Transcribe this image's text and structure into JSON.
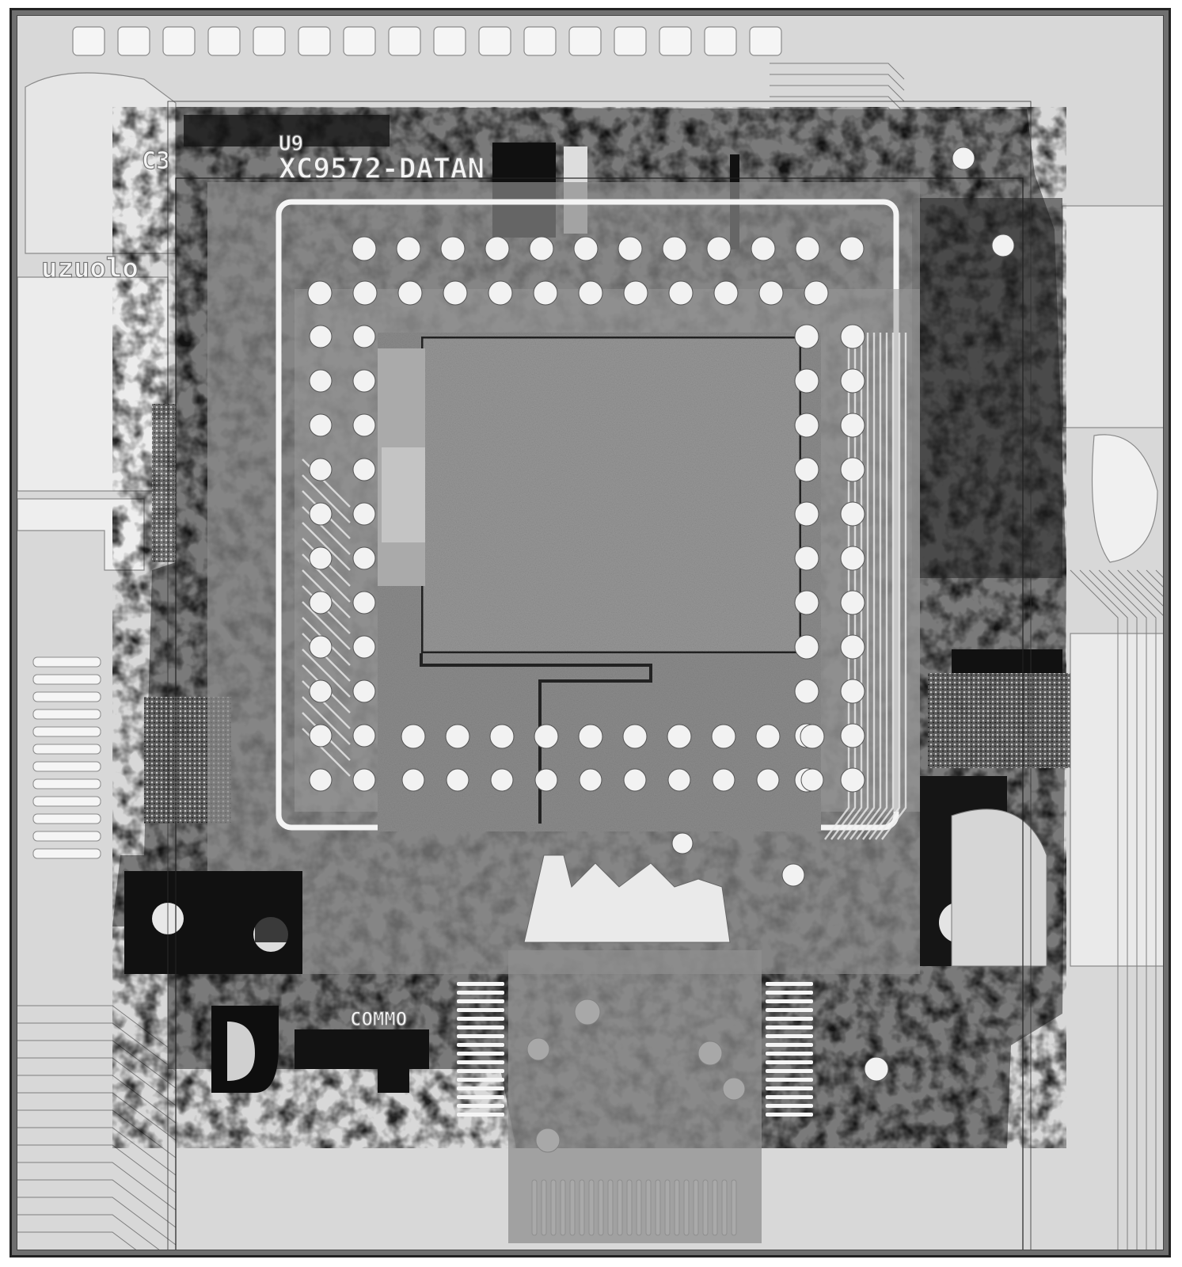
{
  "image": {
    "subject": "xray-photograph-of-bga-chip-on-circuit-board",
    "palette": {
      "board": "#d8d8d8",
      "trace": "#f5f5f5",
      "trace_outline": "#8a8a8a",
      "die_dark": "#1a1a1a",
      "die_mid": "#7d7d7d",
      "solder_ball": "#f2f2f2",
      "frame": "#222222"
    }
  },
  "silkscreen": {
    "label_top_left": "C3",
    "label_top_center": "U9",
    "label_top_part": "XC9572-DATAN",
    "label_left": "uzuolo",
    "label_bottom_left": "COMMO"
  }
}
